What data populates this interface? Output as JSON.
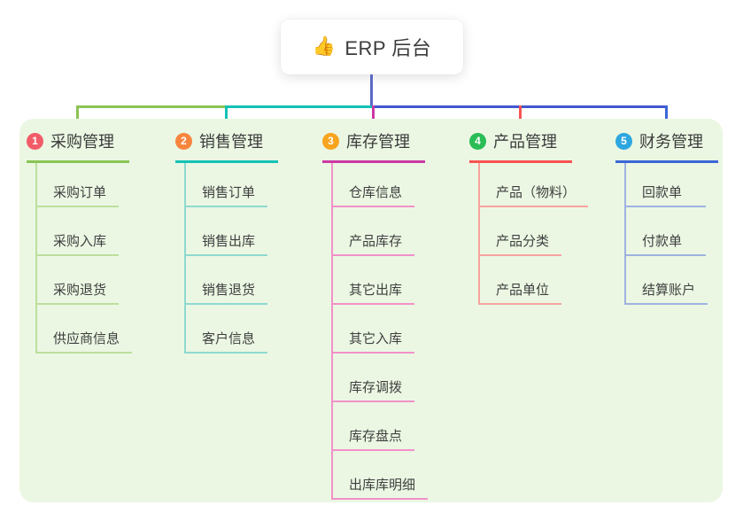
{
  "root": {
    "icon": "👍",
    "title": "ERP 后台"
  },
  "connectors": {
    "root_line": "#5a69c5",
    "trunk_blue": "#4257cd"
  },
  "canvas": {
    "page_bg": "#ffffff",
    "panel_bg": "#ebf7e3"
  },
  "branches": [
    {
      "badge": "1",
      "title": "采购管理",
      "colors": {
        "accent": "#8bc455",
        "light": "#bcdf9d",
        "badge": "#f25c68"
      },
      "children": [
        "采购订单",
        "采购入库",
        "采购退货",
        "供应商信息"
      ]
    },
    {
      "badge": "2",
      "title": "销售管理",
      "colors": {
        "accent": "#13c2b6",
        "light": "#8fd9d0",
        "badge": "#f8853e"
      },
      "children": [
        "销售订单",
        "销售出库",
        "销售退货",
        "客户信息"
      ]
    },
    {
      "badge": "3",
      "title": "库存管理",
      "colors": {
        "accent": "#cc39a4",
        "light": "#f191c9",
        "badge": "#f8a41f"
      },
      "children": [
        "仓库信息",
        "产品库存",
        "其它出库",
        "其它入库",
        "库存调拨",
        "库存盘点",
        "出库库明细"
      ]
    },
    {
      "badge": "4",
      "title": "产品管理",
      "colors": {
        "accent": "#f95353",
        "light": "#f8a39e",
        "badge": "#2abd56"
      },
      "children": [
        "产品（物料）",
        "产品分类",
        "产品单位"
      ]
    },
    {
      "badge": "5",
      "title": "财务管理",
      "colors": {
        "accent": "#3c66d6",
        "light": "#9fb3e0",
        "badge": "#2ea6e0"
      },
      "children": [
        "回款单",
        "付款单",
        "结算账户"
      ]
    }
  ]
}
